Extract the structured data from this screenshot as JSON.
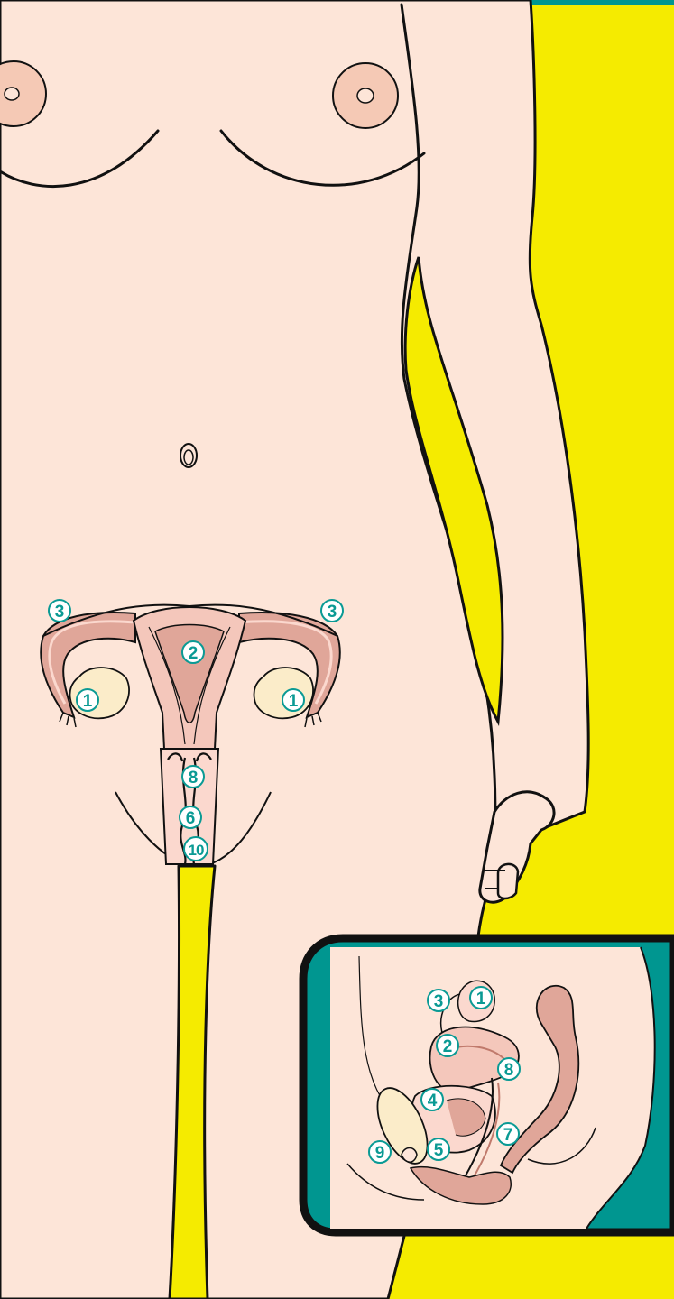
{
  "colors": {
    "background": "#f5eb00",
    "skin": "#fde5d8",
    "outline": "#111111",
    "teal": "#009690",
    "label": "#0a9a94",
    "organ_dark": "#e0a699",
    "organ_mid": "#f4c7bb",
    "organ_light": "#fbd8ce",
    "ovary": "#fbecc9"
  },
  "front_view": {
    "labels": {
      "ovary_left": "1",
      "ovary_right": "1",
      "uterus": "2",
      "tube_left": "3",
      "tube_right": "3",
      "vagina": "6",
      "cervix": "8",
      "vaginal_opening": "10"
    }
  },
  "side_view": {
    "labels": {
      "ovary": "1",
      "uterus": "2",
      "tube": "3",
      "bladder": "4",
      "urethra": "5",
      "anus": "7",
      "cervix": "8",
      "clitoris": "9"
    }
  }
}
